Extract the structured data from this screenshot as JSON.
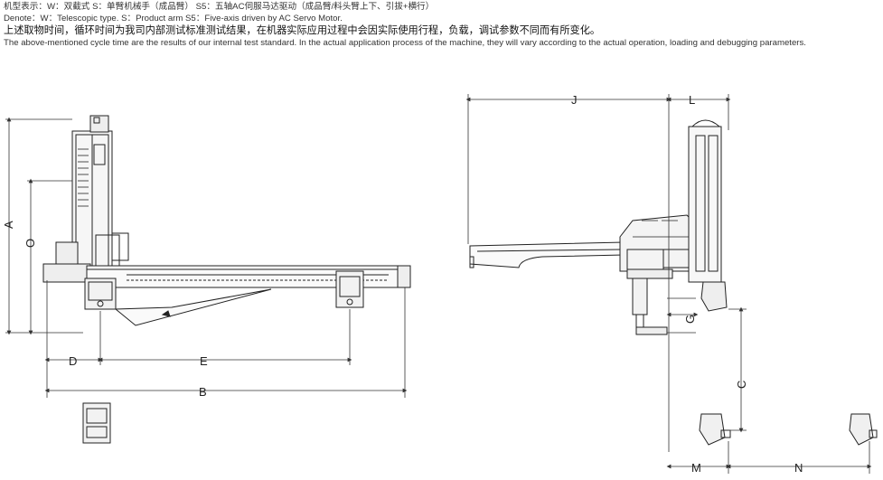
{
  "header": {
    "line_cn_model": "机型表示：W：双截式 S：单臂机械手（成品臂） S5：五轴AC伺服马达驱动（成品臂/料头臂上下、引拔+横行）",
    "line_en_model": "Denote：W：Telescopic type. S：Product arm S5：Five-axis driven by AC Servo Motor.",
    "line_cn_note": "上述取物时间，循环时间为我司内部测试标准测试结果，在机器实际应用过程中会因实际使用行程，负载，调试参数不同而有所变化。",
    "line_en_note": "The above-mentioned cycle time are the results of our internal test standard. In the actual application process of the machine, they will vary according to the actual operation, loading and debugging parameters."
  },
  "dimensions": {
    "A": "A",
    "O": "O",
    "D": "D",
    "E": "E",
    "B": "B",
    "J": "J",
    "L": "L",
    "G": "G",
    "C": "C",
    "M": "M",
    "N": "N"
  },
  "colors": {
    "line": "#222222",
    "dim": "#333333",
    "fill": "#f4f4f4"
  }
}
